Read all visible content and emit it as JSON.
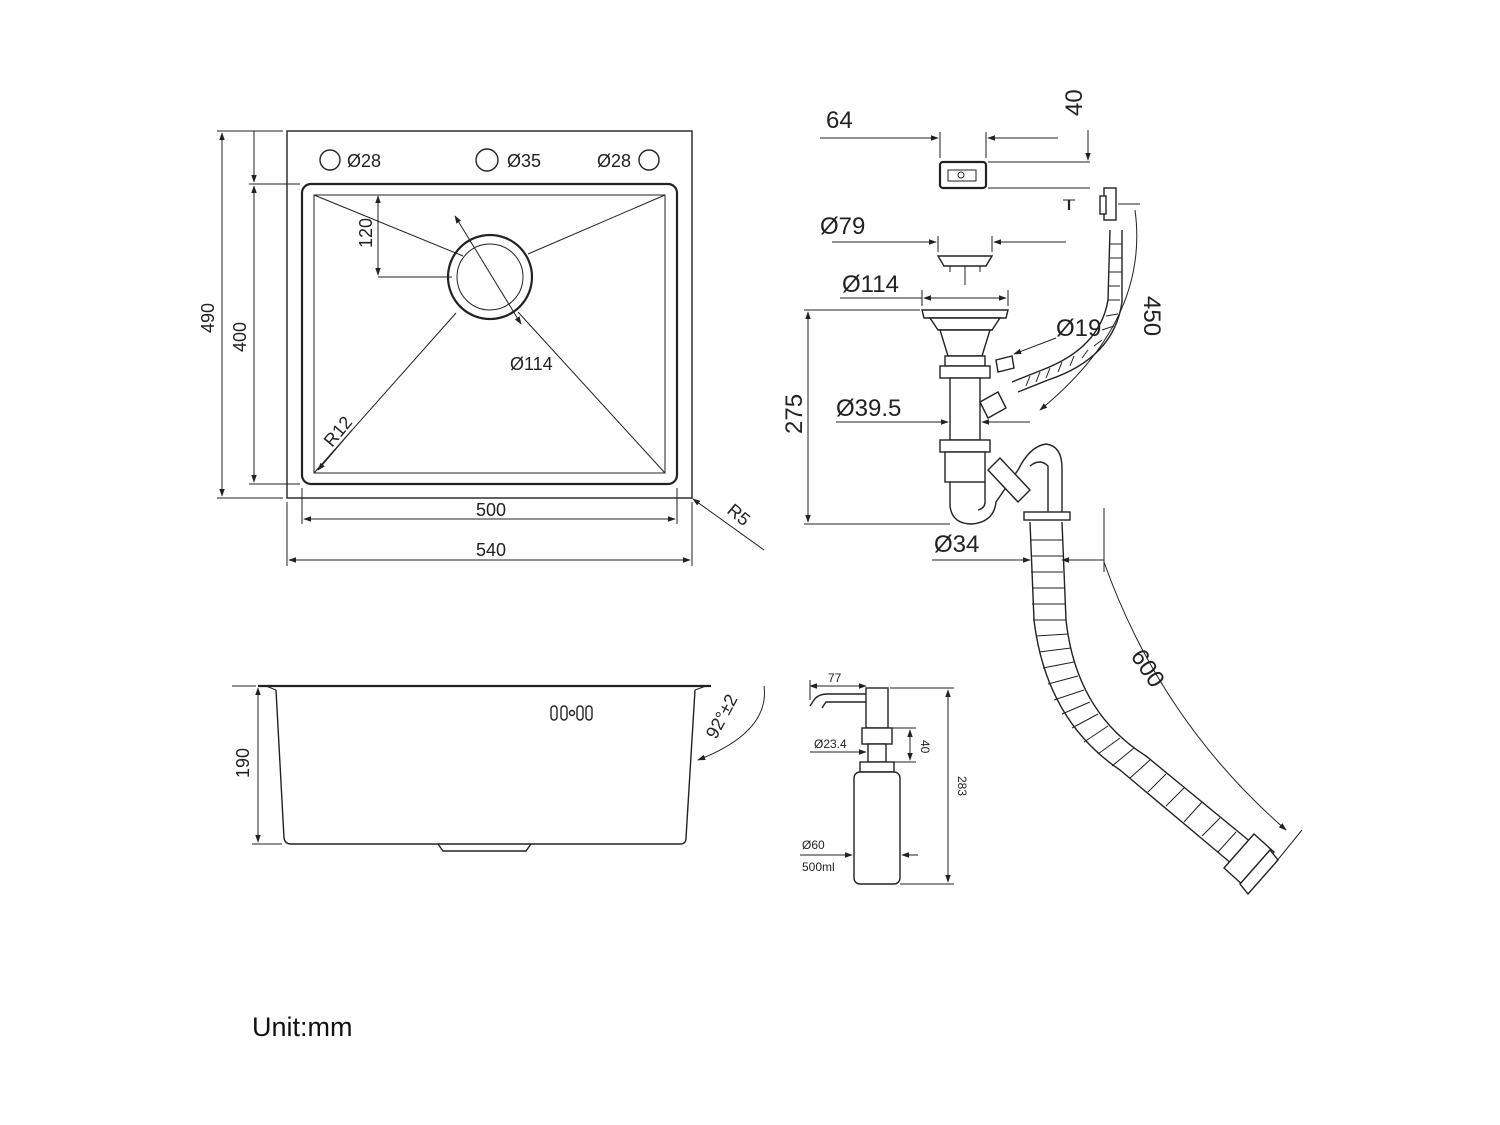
{
  "top_view": {
    "hole_left": "Ø28",
    "hole_center": "Ø35",
    "hole_right": "Ø28",
    "drain_offset": "120",
    "drain_diameter": "Ø114",
    "corner_radius_inner": "R12",
    "corner_radius_outer": "R5",
    "height_total": "490",
    "height_bowl": "400",
    "width_bowl": "500",
    "width_total": "540"
  },
  "side_view": {
    "depth": "190",
    "angle": "92°±2"
  },
  "drain_kit": {
    "overflow_width": "64",
    "overflow_height": "40",
    "strainer_diameter": "Ø79",
    "basket_diameter": "Ø114",
    "overflow_pipe_diameter": "Ø19",
    "overflow_hose_length": "450",
    "drain_height": "275",
    "tail_diameter": "Ø39.5",
    "outlet_diameter": "Ø34",
    "hose_length": "600"
  },
  "dispenser": {
    "spout_length": "77",
    "thread_diameter": "Ø23.4",
    "thread_length": "40",
    "total_height": "283",
    "bottle_diameter": "Ø60",
    "capacity": "500ml"
  },
  "footer": {
    "unit": "Unit:mm"
  }
}
